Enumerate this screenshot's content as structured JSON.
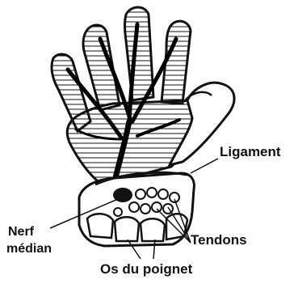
{
  "labels": {
    "ligament": "Ligament",
    "nerf_line1": "Nerf",
    "nerf_line2": "médian",
    "tendons": "Tendons",
    "os": "Os du poignet"
  }
}
